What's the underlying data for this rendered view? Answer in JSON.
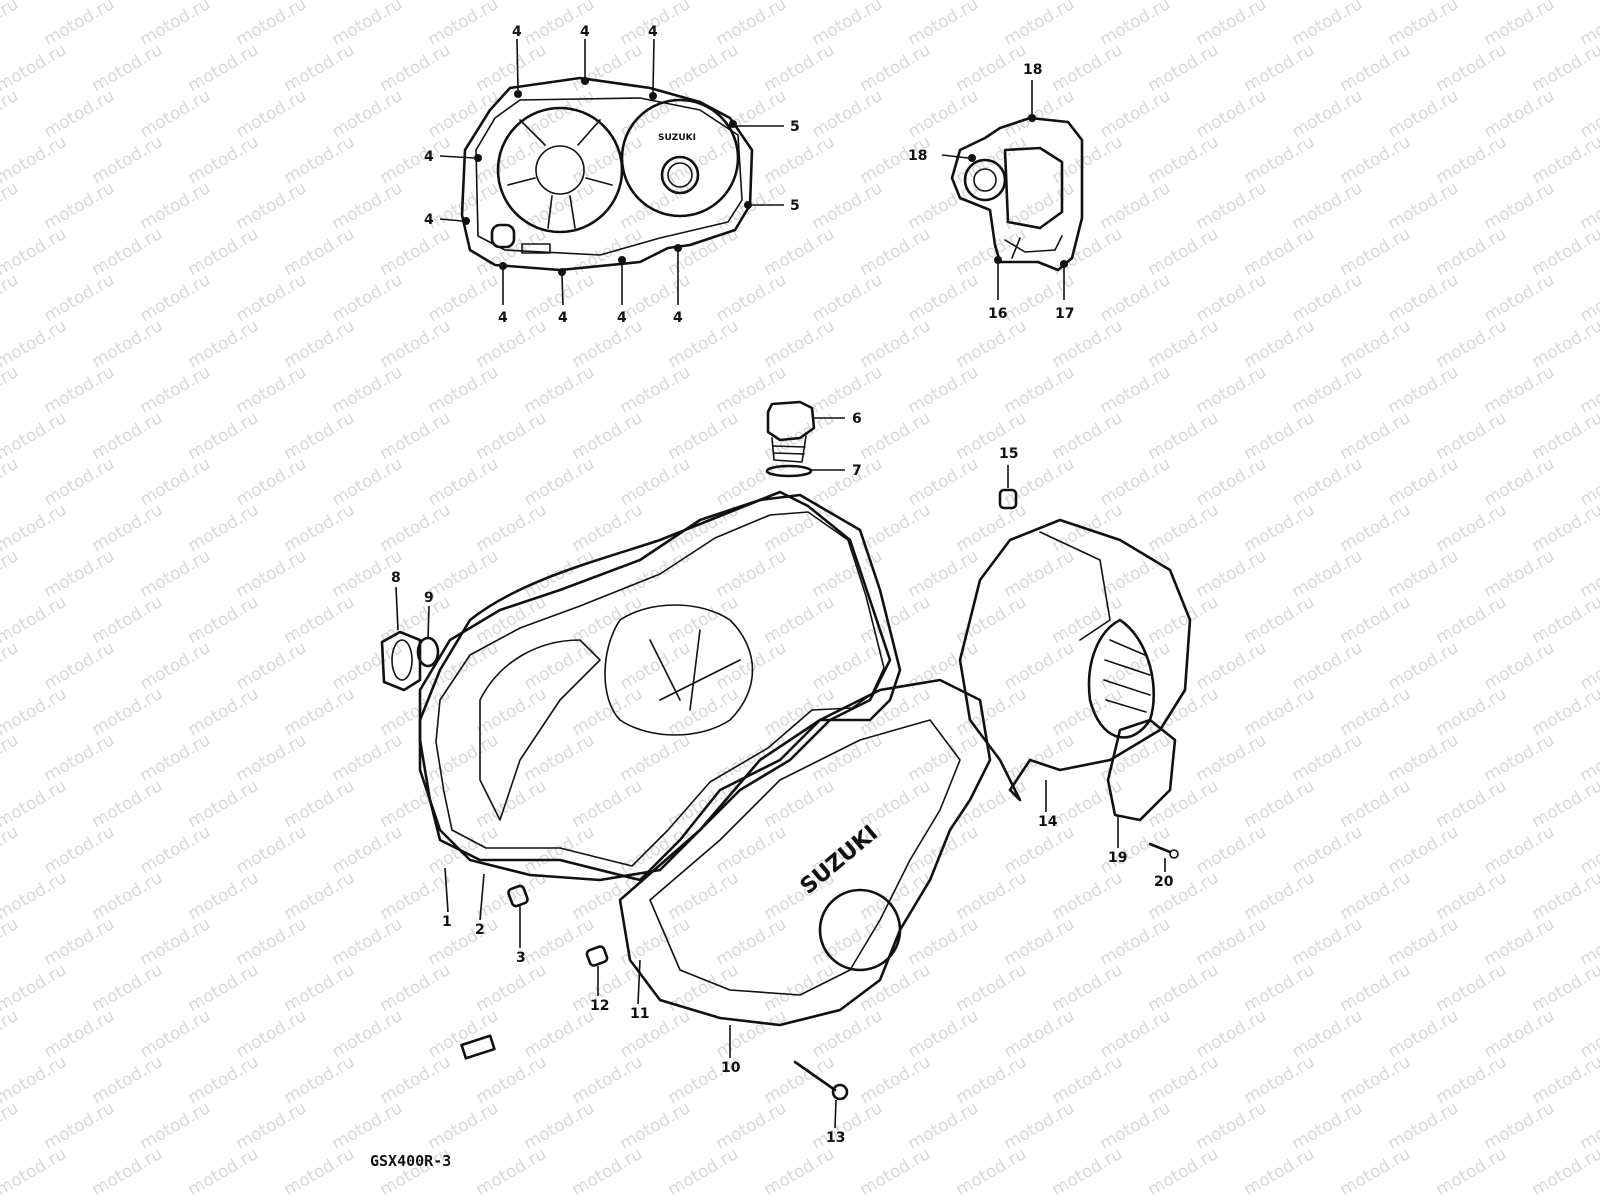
{
  "watermark": "motod.ru",
  "diagram_code": "GSX400R-3",
  "parts": [
    {
      "id": "4a",
      "label": "4"
    },
    {
      "id": "4b",
      "label": "4"
    },
    {
      "id": "4c",
      "label": "4"
    },
    {
      "id": "4d",
      "label": "4"
    },
    {
      "id": "4e",
      "label": "4"
    },
    {
      "id": "4f",
      "label": "4"
    },
    {
      "id": "4g",
      "label": "4"
    },
    {
      "id": "4h",
      "label": "4"
    },
    {
      "id": "4i",
      "label": "4"
    },
    {
      "id": "5a",
      "label": "5"
    },
    {
      "id": "5b",
      "label": "5"
    },
    {
      "id": "18a",
      "label": "18"
    },
    {
      "id": "18b",
      "label": "18"
    },
    {
      "id": "16",
      "label": "16"
    },
    {
      "id": "17",
      "label": "17"
    },
    {
      "id": "6",
      "label": "6"
    },
    {
      "id": "7",
      "label": "7"
    },
    {
      "id": "15",
      "label": "15"
    },
    {
      "id": "8",
      "label": "8"
    },
    {
      "id": "9",
      "label": "9"
    },
    {
      "id": "1",
      "label": "1"
    },
    {
      "id": "2",
      "label": "2"
    },
    {
      "id": "3",
      "label": "3"
    },
    {
      "id": "12",
      "label": "12"
    },
    {
      "id": "11",
      "label": "11"
    },
    {
      "id": "10",
      "label": "10"
    },
    {
      "id": "13",
      "label": "13"
    },
    {
      "id": "14",
      "label": "14"
    },
    {
      "id": "19",
      "label": "19"
    },
    {
      "id": "20",
      "label": "20"
    }
  ]
}
